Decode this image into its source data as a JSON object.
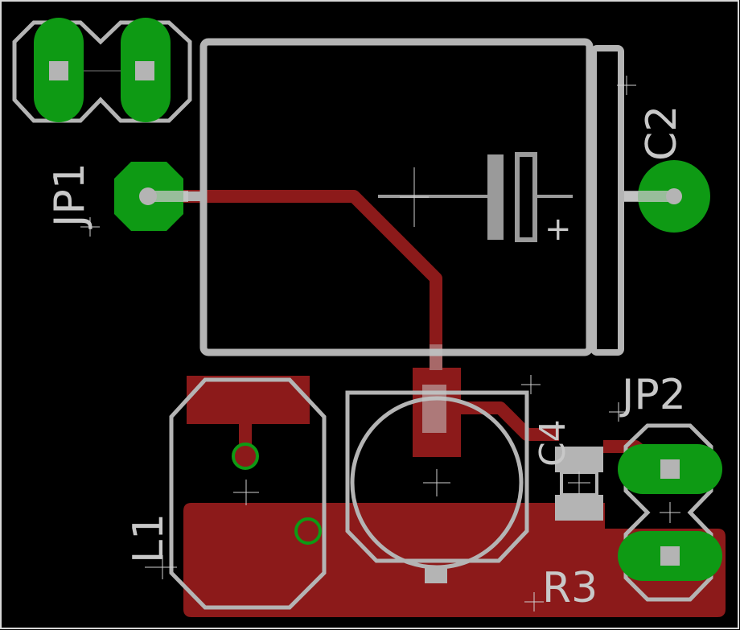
{
  "board": {
    "colors": {
      "background": "#000000",
      "copper_top": "#8c1a1a",
      "pad": "#0e9a14",
      "silkscreen": "#b4b4b4",
      "border": "#d8d8d8"
    }
  },
  "components": {
    "jp1": {
      "designator": "JP1"
    },
    "c2": {
      "designator": "C2",
      "polarity_mark": "+"
    },
    "jp2": {
      "designator": "JP2"
    },
    "c4": {
      "designator": "C4"
    },
    "l1": {
      "designator": "L1"
    },
    "r3": {
      "designator": "R3"
    }
  }
}
